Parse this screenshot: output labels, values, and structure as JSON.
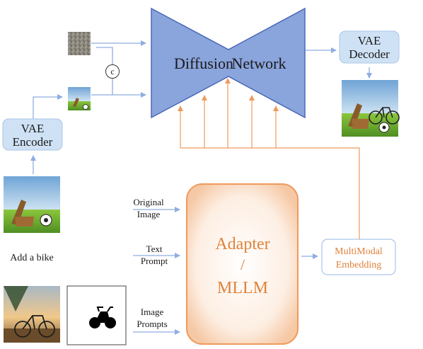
{
  "diffusion": {
    "word1": "Diffusion",
    "word2": "Network"
  },
  "vae_decoder": {
    "line1": "VAE",
    "line2": "Decoder"
  },
  "vae_encoder": {
    "line1": "VAE",
    "line2": "Encoder"
  },
  "concat_symbol": "c",
  "instruction_text": "Add a bike",
  "adapter": {
    "line1": "Adapter",
    "line2": "/",
    "line3": "MLLM"
  },
  "embedding": {
    "line1": "MultiModal",
    "line2": "Embedding"
  },
  "inputs": {
    "original_image": {
      "line1": "Original",
      "line2": "Image"
    },
    "text_prompt": {
      "line1": "Text",
      "line2": "Prompt"
    },
    "image_prompts": {
      "line1": "Image",
      "line2": "Prompts"
    }
  },
  "colors": {
    "network_fill": "#8aa4dc",
    "network_stroke": "#4a68b8",
    "vae_fill": "#cfe2f5",
    "blue_arrow": "#8eaee0",
    "orange": "#ef9a5c",
    "orange_text": "#e0823a"
  },
  "icons": [
    "noise-image-icon",
    "latent-image-icon",
    "output-image-icon",
    "input-image-icon",
    "bike-photo-icon",
    "bike-silhouette-icon"
  ]
}
